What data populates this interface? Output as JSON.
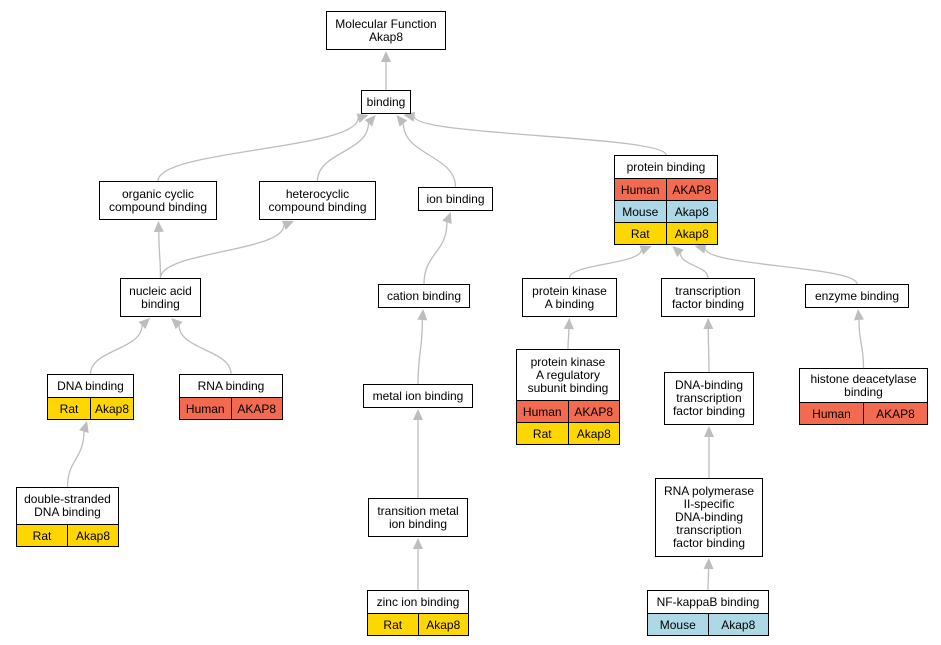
{
  "colors": {
    "human": "#f26a4f",
    "mouse": "#add8e6",
    "rat": "#ffd700",
    "edge": "#bdbdbd"
  },
  "nodes": {
    "mf": {
      "title": [
        "Molecular Function",
        "Akap8"
      ],
      "rows": []
    },
    "binding": {
      "title": [
        "binding"
      ],
      "rows": []
    },
    "organic_cyclic": {
      "title": [
        "organic cyclic",
        "compound binding"
      ],
      "rows": []
    },
    "heterocyclic": {
      "title": [
        "heterocyclic",
        "compound binding"
      ],
      "rows": []
    },
    "ion_binding": {
      "title": [
        "ion binding"
      ],
      "rows": []
    },
    "protein_binding": {
      "title": [
        "protein binding"
      ],
      "rows": [
        {
          "species": "Human",
          "gene": "AKAP8",
          "kind": "human"
        },
        {
          "species": "Mouse",
          "gene": "Akap8",
          "kind": "mouse"
        },
        {
          "species": "Rat",
          "gene": "Akap8",
          "kind": "rat"
        }
      ]
    },
    "nucleic_acid": {
      "title": [
        "nucleic acid",
        "binding"
      ],
      "rows": []
    },
    "cation": {
      "title": [
        "cation binding"
      ],
      "rows": []
    },
    "pka": {
      "title": [
        "protein kinase",
        "A binding"
      ],
      "rows": []
    },
    "tf_binding": {
      "title": [
        "transcription",
        "factor binding"
      ],
      "rows": []
    },
    "enzyme": {
      "title": [
        "enzyme binding"
      ],
      "rows": []
    },
    "dna": {
      "title": [
        "DNA binding"
      ],
      "rows": [
        {
          "species": "Rat",
          "gene": "Akap8",
          "kind": "rat"
        }
      ]
    },
    "rna": {
      "title": [
        "RNA binding"
      ],
      "rows": [
        {
          "species": "Human",
          "gene": "AKAP8",
          "kind": "human"
        }
      ]
    },
    "metal_ion": {
      "title": [
        "metal ion binding"
      ],
      "rows": []
    },
    "pka_reg": {
      "title": [
        "protein kinase",
        "A regulatory",
        "subunit binding"
      ],
      "rows": [
        {
          "species": "Human",
          "gene": "AKAP8",
          "kind": "human"
        },
        {
          "species": "Rat",
          "gene": "Akap8",
          "kind": "rat"
        }
      ]
    },
    "dna_tf": {
      "title": [
        "DNA-binding",
        "transcription",
        "factor binding"
      ],
      "rows": []
    },
    "hdac": {
      "title": [
        "histone deacetylase",
        "binding"
      ],
      "rows": [
        {
          "species": "Human",
          "gene": "AKAP8",
          "kind": "human"
        }
      ]
    },
    "dsdna": {
      "title": [
        "double-stranded",
        "DNA binding"
      ],
      "rows": [
        {
          "species": "Rat",
          "gene": "Akap8",
          "kind": "rat"
        }
      ]
    },
    "transition_metal": {
      "title": [
        "transition metal",
        "ion binding"
      ],
      "rows": []
    },
    "rnapol": {
      "title": [
        "RNA polymerase",
        "II-specific",
        "DNA-binding",
        "transcription",
        "factor binding"
      ],
      "rows": []
    },
    "zinc": {
      "title": [
        "zinc ion binding"
      ],
      "rows": [
        {
          "species": "Rat",
          "gene": "Akap8",
          "kind": "rat"
        }
      ]
    },
    "nfkb": {
      "title": [
        "NF-kappaB binding"
      ],
      "rows": [
        {
          "species": "Mouse",
          "gene": "Akap8",
          "kind": "mouse"
        }
      ]
    }
  },
  "edges": [
    [
      "binding",
      "mf"
    ],
    [
      "organic_cyclic",
      "binding"
    ],
    [
      "heterocyclic",
      "binding"
    ],
    [
      "ion_binding",
      "binding"
    ],
    [
      "protein_binding",
      "binding"
    ],
    [
      "nucleic_acid",
      "organic_cyclic"
    ],
    [
      "nucleic_acid",
      "heterocyclic"
    ],
    [
      "cation",
      "ion_binding"
    ],
    [
      "pka",
      "protein_binding"
    ],
    [
      "tf_binding",
      "protein_binding"
    ],
    [
      "enzyme",
      "protein_binding"
    ],
    [
      "dna",
      "nucleic_acid"
    ],
    [
      "rna",
      "nucleic_acid"
    ],
    [
      "metal_ion",
      "cation"
    ],
    [
      "pka_reg",
      "pka"
    ],
    [
      "dna_tf",
      "tf_binding"
    ],
    [
      "hdac",
      "enzyme"
    ],
    [
      "dsdna",
      "dna"
    ],
    [
      "transition_metal",
      "metal_ion"
    ],
    [
      "rnapol",
      "dna_tf"
    ],
    [
      "zinc",
      "transition_metal"
    ],
    [
      "nfkb",
      "rnapol"
    ]
  ]
}
